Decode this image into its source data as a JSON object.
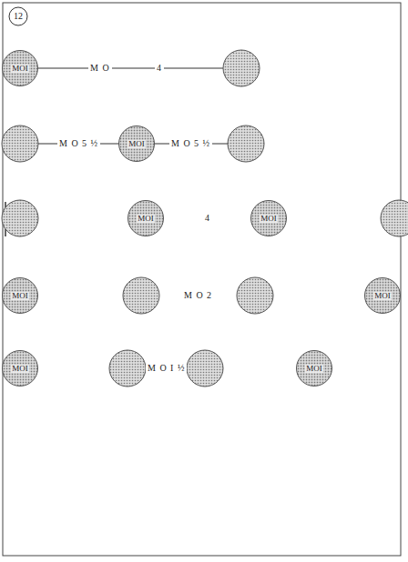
{
  "diagram": {
    "nodes": [
      {
        "text": [
          "MOI"
        ]
      },
      {
        "text": [
          "MOI"
        ]
      },
      {
        "text": [
          "MOI"
        ]
      },
      {
        "text": [
          "MOI"
        ]
      },
      {
        "text": [
          "MOI"
        ]
      },
      {
        "text": [
          "MOI"
        ]
      },
      {
        "text": [
          "MOI"
        ]
      },
      {
        "text": [
          "MOI"
        ]
      }
    ],
    "labels": [
      "12",
      "M O",
      "4",
      "M O 5 ½",
      "M O 5 ½",
      "4",
      "M O 2",
      "M O I ½"
    ]
  }
}
